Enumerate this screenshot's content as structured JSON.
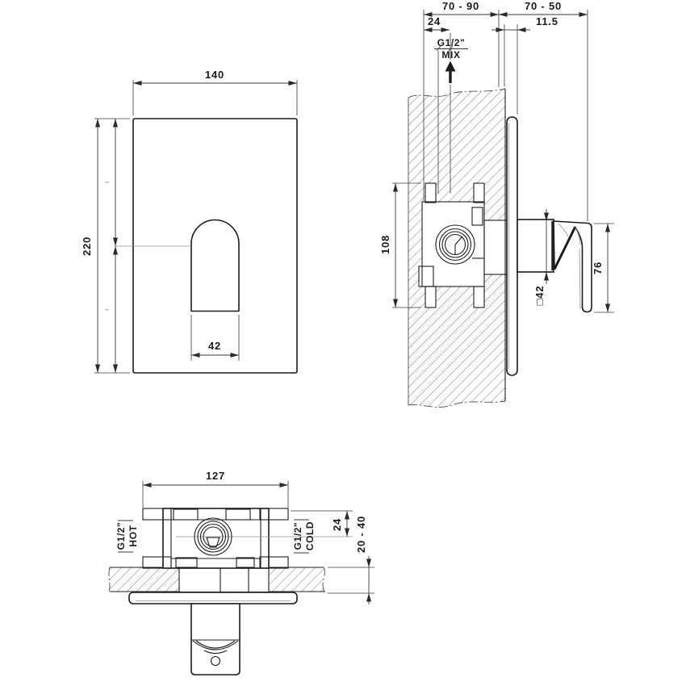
{
  "drawing": {
    "front_view": {
      "width": "140",
      "height": "220",
      "handle_width": "42"
    },
    "side_view": {
      "embed_depth_range": "70 - 90",
      "protrusion_range": "70 - 50",
      "mix_offset": "24",
      "plate_thickness": "11.5",
      "mix_thread": "G1/2\"",
      "mix_label": "MIX",
      "rough_body_height": "108",
      "handle_square": "□42",
      "handle_length": "76"
    },
    "plan_view": {
      "rough_width": "127",
      "hot_thread": "G1/2\"",
      "hot_label": "HOT",
      "cold_thread": "G1/2\"",
      "cold_label": "COLD",
      "cartridge_center_depth": "24",
      "wall_thickness_range": "20 - 40"
    },
    "colors": {
      "line": "#1c1c1c",
      "dimension": "#3a3a3a",
      "background": "#ffffff"
    }
  }
}
